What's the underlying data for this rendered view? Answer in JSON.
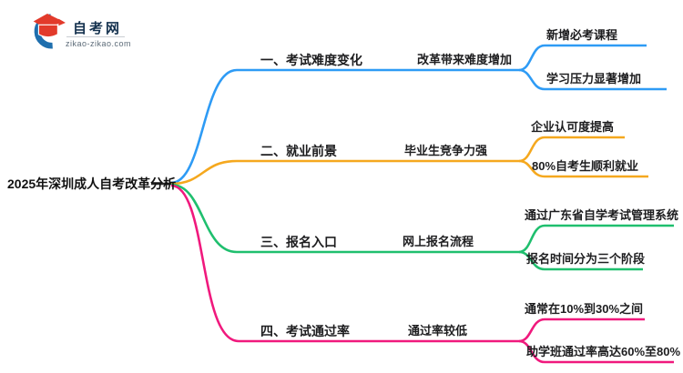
{
  "logo": {
    "title": "自考网",
    "domain": "zikao-zikao.com",
    "icon": "graduation-cap-icon",
    "cap_color": "#e23a2b",
    "swoosh_color": "#1f6fae"
  },
  "central": {
    "label": "2025年深圳成人自考改革分析"
  },
  "branches": [
    {
      "label": "一、考试难度变化",
      "mid": "改革带来难度增加",
      "color": "#2e9bf5",
      "leaves": [
        "新增必考课程",
        "学习压力显著增加"
      ]
    },
    {
      "label": "二、就业前景",
      "mid": "毕业生竞争力强",
      "color": "#f5a81e",
      "leaves": [
        "企业认可度提高",
        "80%自考生顺利就业"
      ]
    },
    {
      "label": "三、报名入口",
      "mid": "网上报名流程",
      "color": "#1fbf6e",
      "leaves": [
        "通过广东省自学考试管理系统",
        "报名时间分为三个阶段"
      ]
    },
    {
      "label": "四、考试通过率",
      "mid": "通过率较低",
      "color": "#f0197d",
      "leaves": [
        "通常在10%到30%之间",
        "助学班通过率高达60%至80%"
      ]
    }
  ]
}
